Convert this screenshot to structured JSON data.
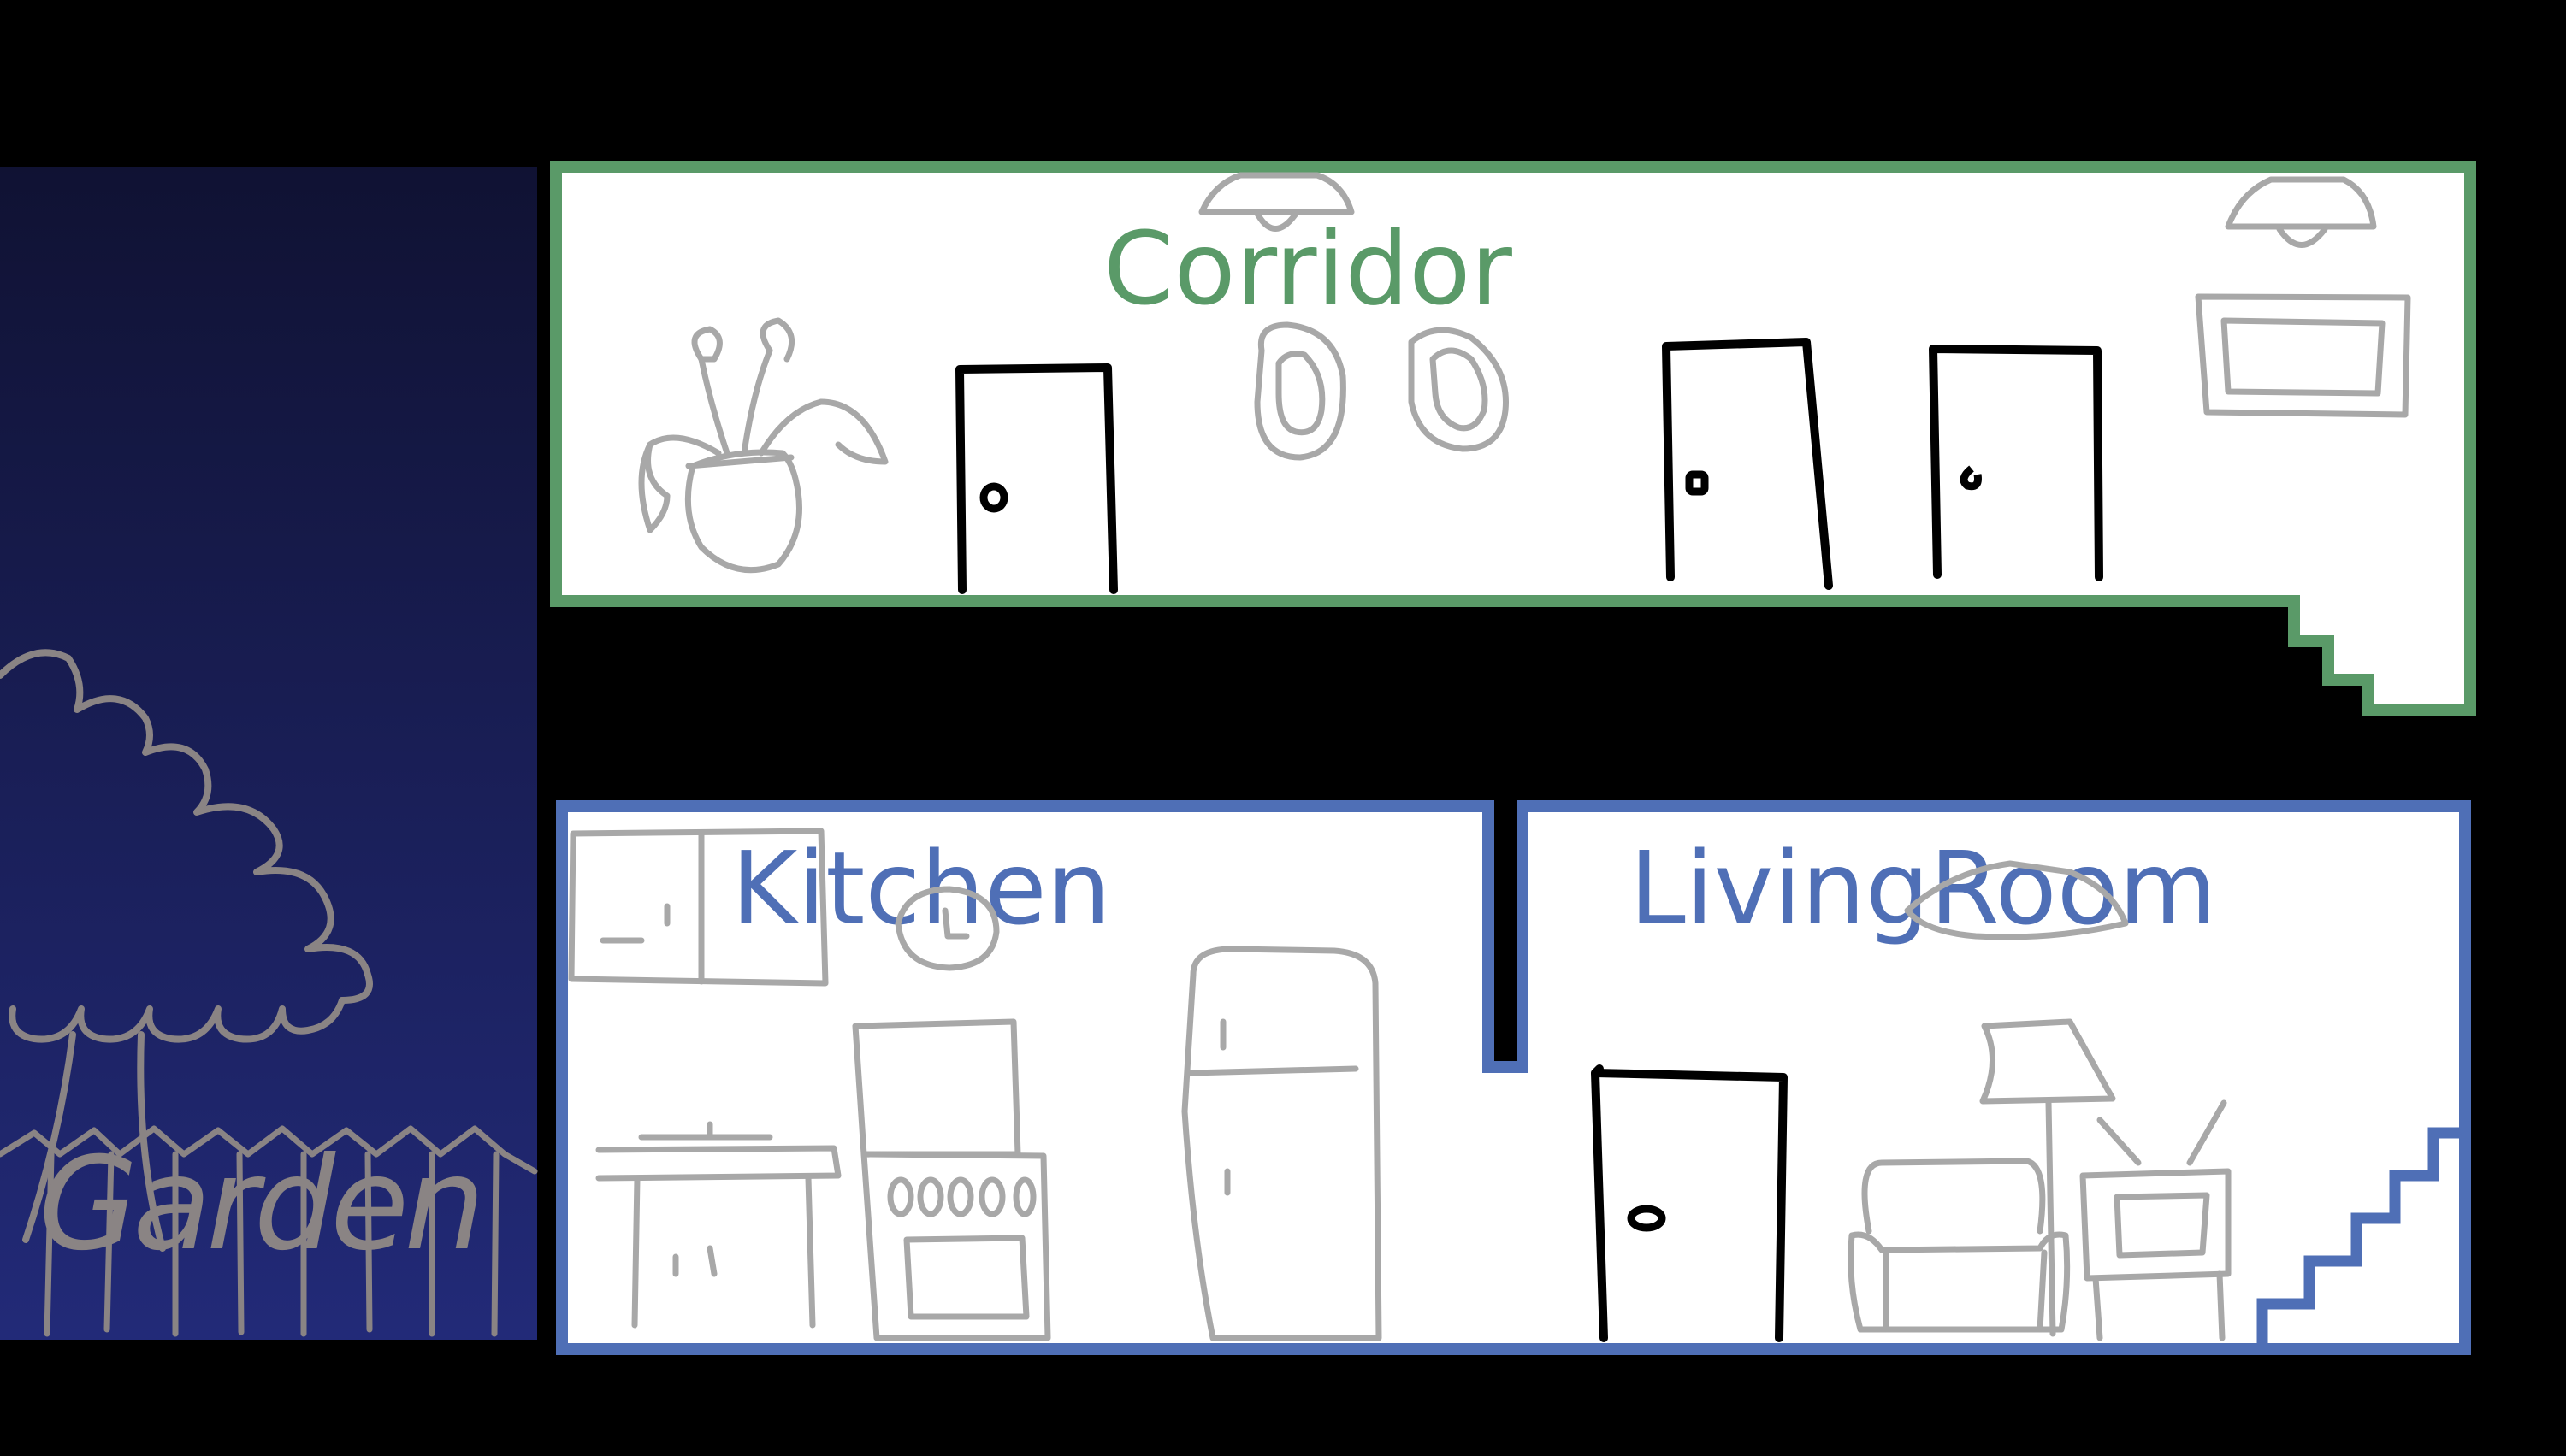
{
  "game": {
    "rooms": [
      {
        "id": "garden",
        "label": "Garden",
        "color": "#8a8484"
      },
      {
        "id": "corridor",
        "label": "Corridor",
        "color": "#5a9a68"
      },
      {
        "id": "kitchen",
        "label": "Kitchen",
        "color": "#4f6fb6"
      },
      {
        "id": "living_room",
        "label": "LivingRoom",
        "color": "#4f6fb6"
      }
    ]
  },
  "colors": {
    "background": "#000000",
    "garden_sky_top": "#101233",
    "garden_sky_bottom": "#222a78",
    "corridor_border": "#5a9a68",
    "house_border": "#4f6fb6",
    "sketch_gray": "#a8a8a8",
    "door_black": "#000000"
  },
  "icons": [
    "tree-icon",
    "fence-icon",
    "plant-icon",
    "lamp-icon",
    "mirror-icon",
    "picture-frame-icon",
    "door-icon",
    "cabinet-icon",
    "clock-icon",
    "stove-icon",
    "fridge-icon",
    "sofa-icon",
    "floor-lamp-icon",
    "tv-icon",
    "stairs-icon"
  ]
}
